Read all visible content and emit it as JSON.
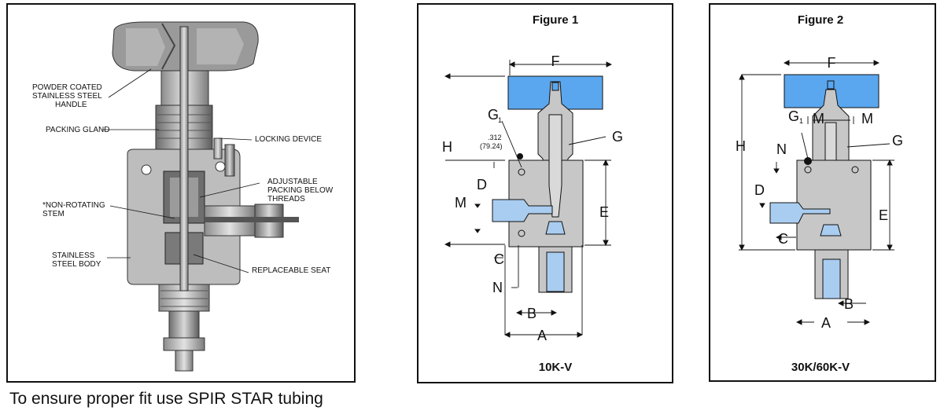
{
  "cutaway": {
    "labels": [
      "POWDER COATED",
      "STAINLESS STEEL",
      "HANDLE",
      "PACKING GLAND",
      "LOCKING DEVICE",
      "ADJUSTABLE",
      "PACKING BELOW",
      "THREADS",
      "*NON-ROTATING",
      "STEM",
      "STAINLESS",
      "STEEL BODY",
      "REPLACEABLE SEAT"
    ]
  },
  "figure1": {
    "title": "Figure 1",
    "model": "10K-V",
    "dims": {
      "F": "F",
      "G1": "G",
      "G1_sub": "1",
      "G": "G",
      "H": "H",
      "D": "D",
      "M": "M",
      "E": "E",
      "C": "C",
      "N": "N",
      "B": "B",
      "A": "A"
    },
    "note_1": ".312",
    "note_2": "(79.24)"
  },
  "figure2": {
    "title": "Figure 2",
    "model": "30K/60K-V",
    "dims": {
      "F": "F",
      "G1": "G",
      "G1_sub": "1",
      "M1": "M",
      "M2": "M",
      "G": "G",
      "H": "H",
      "N": "N",
      "D": "D",
      "E": "E",
      "C": "C",
      "B": "B",
      "A": "A"
    }
  },
  "caption": "To ensure proper fit use SPIR STAR tubing",
  "colors": {
    "handle_blue": "#5aa7f0",
    "tube_blue": "#a9cdf0",
    "body_gray": "#c7c7c7",
    "cutaway_gray": "#b8b8b8"
  }
}
